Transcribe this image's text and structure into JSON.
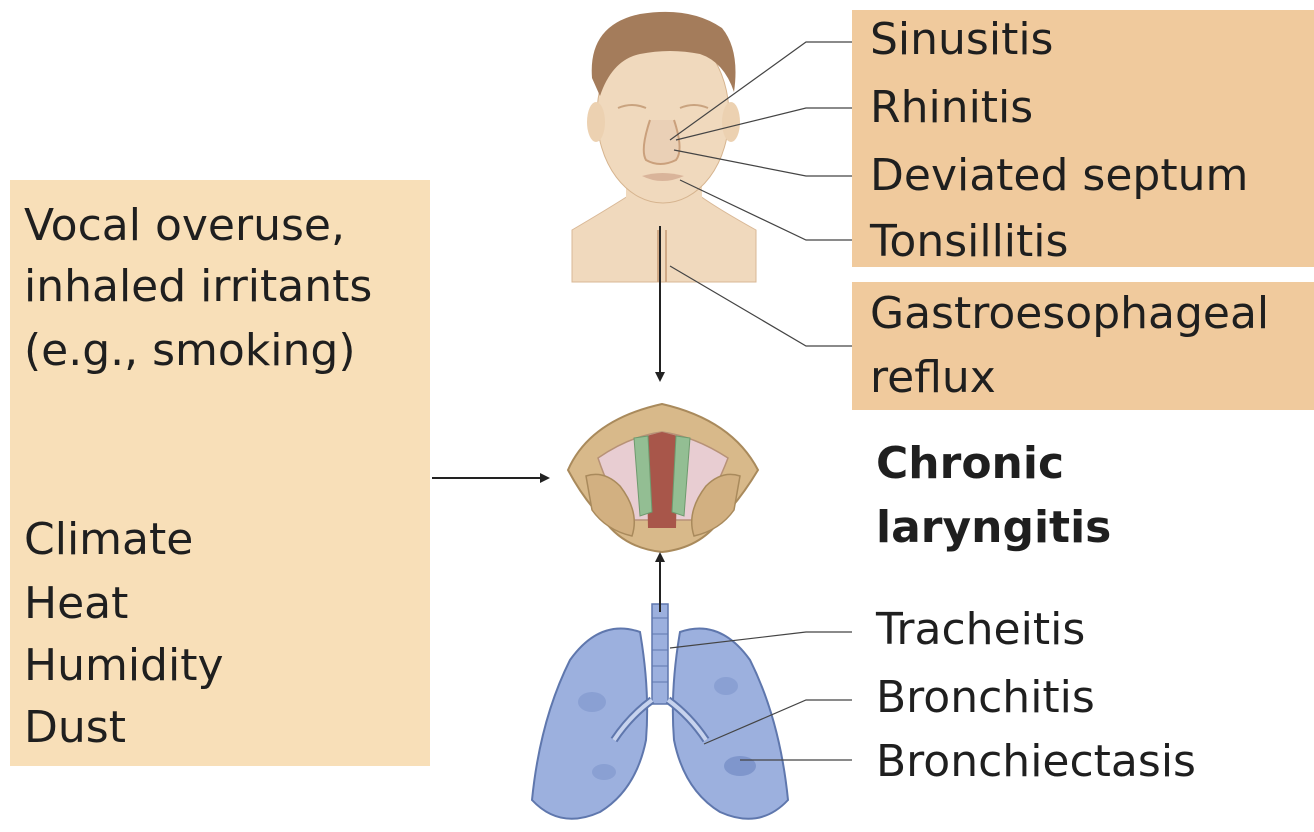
{
  "left_factors": {
    "group1": [
      "Vocal overuse,",
      "inhaled irritants",
      "(e.g., smoking)"
    ],
    "group2": [
      "Climate",
      "Heat",
      "Humidity",
      "Dust"
    ]
  },
  "upper_airway": {
    "items": [
      "Sinusitis",
      "Rhinitis",
      "Deviated septum",
      "Tonsillitis"
    ]
  },
  "reflux": {
    "lines": [
      "Gastroesophageal",
      "reflux"
    ]
  },
  "center_title": {
    "lines": [
      "Chronic",
      "laryngitis"
    ]
  },
  "lower_airway": {
    "items": [
      "Tracheitis",
      "Bronchitis",
      "Bronchiectasis"
    ]
  },
  "colors": {
    "left_box": "#f8dfb8",
    "right_box": "#f0ca9d",
    "arrow": "#222222",
    "lungs": "#9cb0de",
    "skin": "#f0d9bd",
    "hair": "#a47c5b"
  }
}
